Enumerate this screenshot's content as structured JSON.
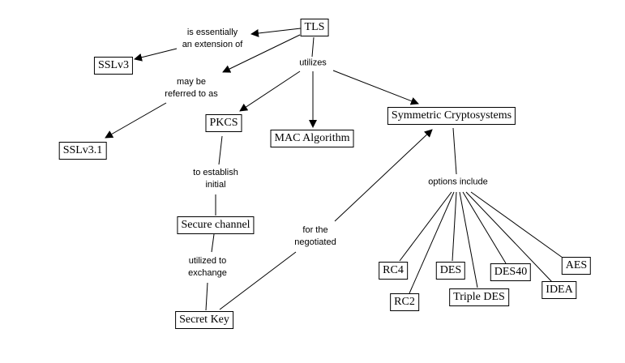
{
  "concepts": {
    "tls": "TLS",
    "sslv3": "SSLv3",
    "sslv31": "SSLv3.1",
    "pkcs": "PKCS",
    "mac": "MAC Algorithm",
    "symmetric": "Symmetric Cryptosystems",
    "secure_channel": "Secure channel",
    "secret_key": "Secret Key",
    "rc4": "RC4",
    "rc2": "RC2",
    "des": "DES",
    "triple_des": "Triple DES",
    "des40": "DES40",
    "idea": "IDEA",
    "aes": "AES"
  },
  "links": {
    "extension_line1": "is essentially",
    "extension_line2": "an extension of",
    "referred_line1": "may be",
    "referred_line2": "referred to as",
    "utilizes": "utilizes",
    "establish_line1": "to establish",
    "establish_line2": "initial",
    "exchange_line1": "utilized to",
    "exchange_line2": "exchange",
    "negotiated_line1": "for the",
    "negotiated_line2": "negotiated",
    "options": "options include"
  }
}
